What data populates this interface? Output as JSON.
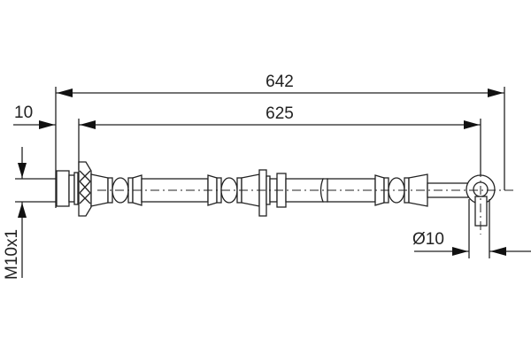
{
  "dimensions": {
    "overall_length": "642",
    "hose_length": "625",
    "offset": "10",
    "thread": "M10x1",
    "eye_diameter": "Ø10"
  },
  "colors": {
    "line": "#222222",
    "background": "#ffffff"
  }
}
